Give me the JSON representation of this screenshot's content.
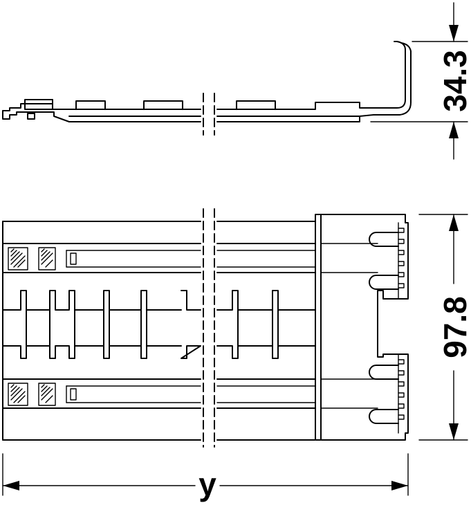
{
  "dimensions": {
    "height_label": "34.3",
    "depth_label": "97.8",
    "length_label": "y"
  },
  "colors": {
    "line": "#000000",
    "background": "#ffffff"
  }
}
